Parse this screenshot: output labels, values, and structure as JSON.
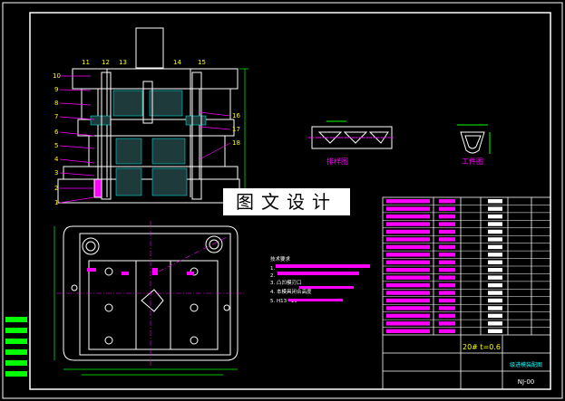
{
  "watermark": "图文设计",
  "views": {
    "strip_layout_label": "排样图",
    "workpiece_label": "工件图"
  },
  "part_numbers": {
    "top": [
      "11",
      "12",
      "13",
      "14",
      "15"
    ],
    "left": [
      "10",
      "9",
      "8",
      "7",
      "6",
      "5",
      "4",
      "3",
      "2",
      "1"
    ],
    "right": [
      "16",
      "17",
      "18"
    ]
  },
  "notes_lines": [
    "技术要求",
    "1.",
    "2.",
    "3.  凸凹模刃口",
    "4.  本模具闭合高度",
    "5.  H13~10"
  ],
  "bom_rows": 18,
  "title_block": {
    "material": "20#  t=0.6",
    "drawing_no": "NJ-00",
    "name": "级进模装配图"
  },
  "colors": {
    "frame": "#ffffff",
    "outline": "#ffffff",
    "part_label": "#ffff00",
    "leader": "#ff00ff",
    "dimension": "#00ff00",
    "hatch": "#00ffff"
  }
}
